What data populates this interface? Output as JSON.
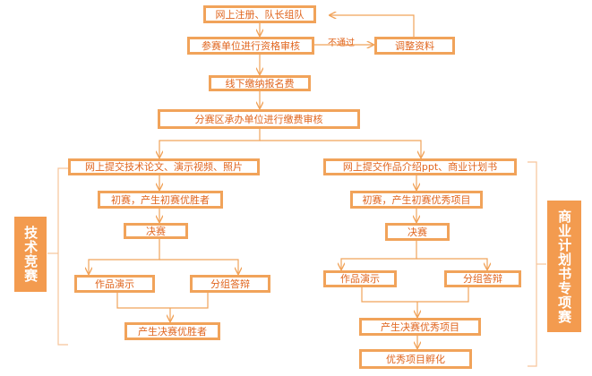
{
  "flow": {
    "register": "网上注册、队长组队",
    "qualification_review": "参赛单位进行资格审核",
    "adjust_materials": "调整资料",
    "not_passed_label": "不通过",
    "pay_fee": "线下缴纳报名费",
    "division_review": "分赛区承办单位进行缴费审核"
  },
  "tech_track": {
    "side_label": "技术竞赛",
    "submit": "网上提交技术论文、演示视频、照片",
    "prelim": "初赛，产生初赛优胜者",
    "final": "决赛",
    "demo": "作品演示",
    "defense": "分组答辩",
    "winners": "产生决赛优胜者"
  },
  "biz_track": {
    "side_label": "商业计划书专项赛",
    "submit": "网上提交作品介绍ppt、商业计划书",
    "prelim": "初赛，产生初赛优秀项目",
    "final": "决赛",
    "demo": "作品演示",
    "defense": "分组答辩",
    "winners": "产生决赛优秀项目",
    "incubation": "优秀项目孵化"
  },
  "colors": {
    "box_border": "#f1a35a",
    "text": "#e0651e",
    "connector": "#f1a35a",
    "bracket": "#f6c49a",
    "side_fill": "#f39b4f"
  }
}
